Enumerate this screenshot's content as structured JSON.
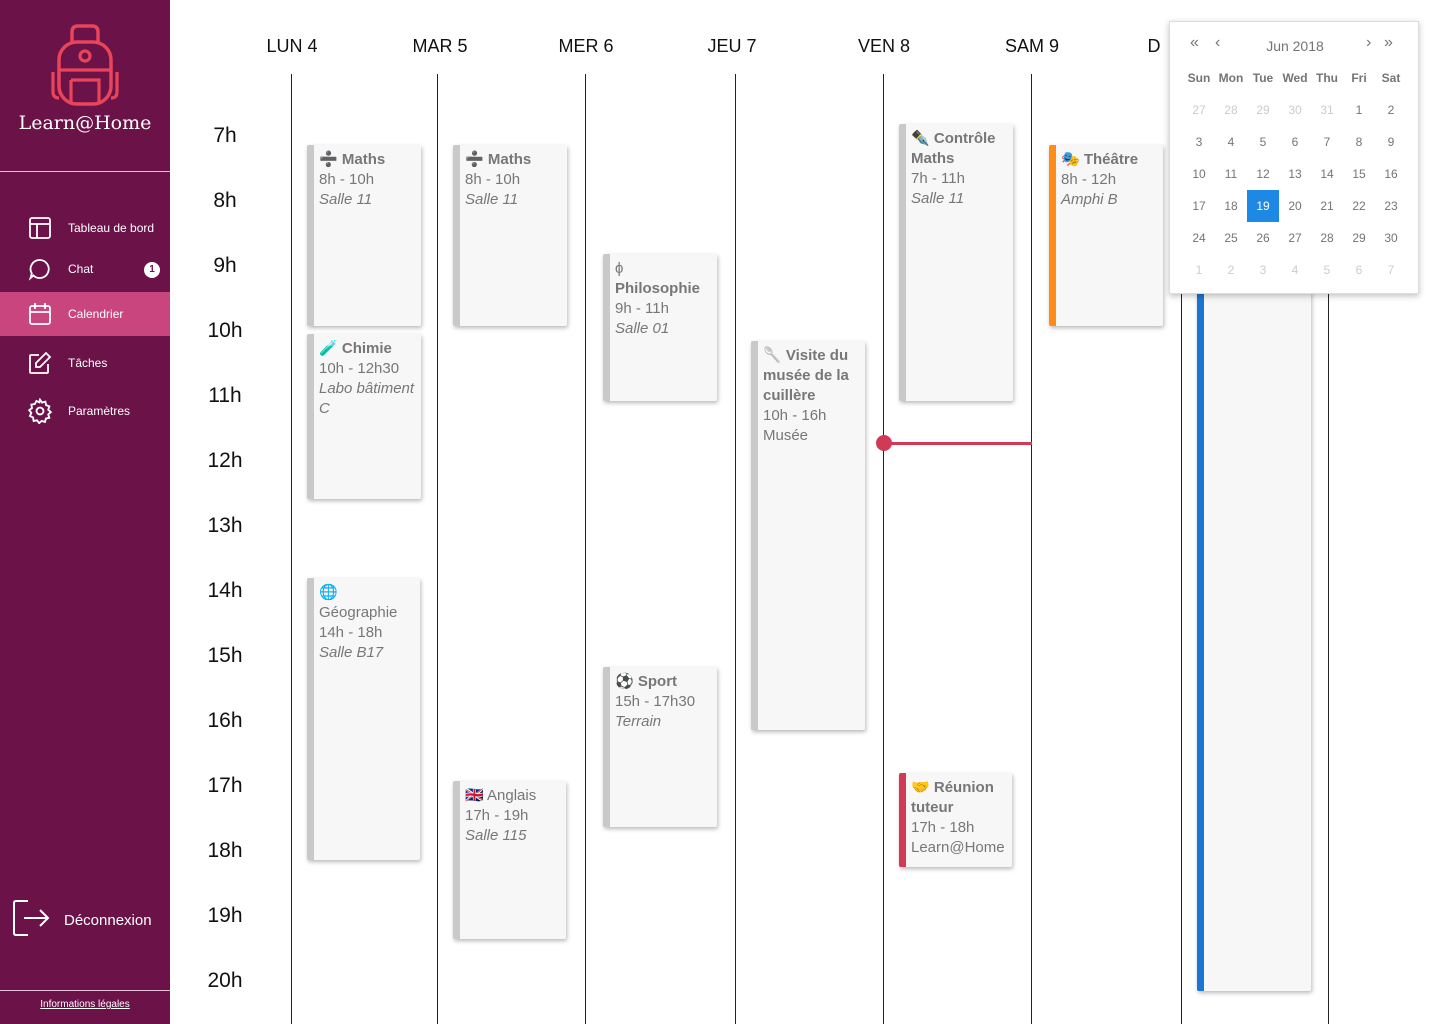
{
  "sidebar": {
    "brand": "Learn@Home",
    "items": [
      {
        "label": "Tableau de bord",
        "icon": "dashboard-icon"
      },
      {
        "label": "Chat",
        "icon": "chat-icon",
        "badge": "1"
      },
      {
        "label": "Calendrier",
        "icon": "calendar-icon",
        "active": true
      },
      {
        "label": "Tâches",
        "icon": "edit-icon"
      },
      {
        "label": "Paramètres",
        "icon": "gear-icon"
      }
    ],
    "logout": "Déconnexion",
    "legal": "Informations légales"
  },
  "calendar": {
    "days": [
      "LUN 4",
      "MAR 5",
      "MER 6",
      "JEU 7",
      "VEN 8",
      "SAM 9",
      "D"
    ],
    "hours": [
      "7h",
      "8h",
      "9h",
      "10h",
      "11h",
      "12h",
      "13h",
      "14h",
      "15h",
      "16h",
      "17h",
      "18h",
      "19h",
      "20h"
    ],
    "events": [
      {
        "icon": "➗",
        "title": "Maths",
        "time": "8h - 10h",
        "place": "Salle 11"
      },
      {
        "icon": "🧪",
        "title": "Chimie",
        "time": "10h - 12h30",
        "place": "Labo bâtiment C"
      },
      {
        "icon": "🌐",
        "title": "Géographie",
        "time": "14h - 18h",
        "place": "Salle B17"
      },
      {
        "icon": "➗",
        "title": "Maths",
        "time": "8h - 10h",
        "place": "Salle 11"
      },
      {
        "icon": "🇬🇧",
        "title": "Anglais",
        "time": "17h - 19h",
        "place": "Salle 115"
      },
      {
        "icon": "ϕ",
        "title": "Philosophie",
        "time": "9h - 11h",
        "place": "Salle 01"
      },
      {
        "icon": "⚽",
        "title": "Sport",
        "time": "15h - 17h30",
        "place": "Terrain"
      },
      {
        "icon": "🥄",
        "title": "Visite du musée de la cuillère",
        "time": "10h - 16h",
        "place": "Musée"
      },
      {
        "icon": "✒️",
        "title": "Contrôle Maths",
        "time": "7h - 11h",
        "place": "Salle 11"
      },
      {
        "icon": "🤝",
        "title": "Réunion tuteur",
        "time": "17h - 18h",
        "place": "Learn@Home"
      },
      {
        "icon": "🎭",
        "title": "Théâtre",
        "time": "8h - 12h",
        "place": "Amphi B"
      }
    ],
    "colors": {
      "accent_orange": "#ff8c1a",
      "accent_red": "#d13a55",
      "accent_blue": "#1976d2",
      "now_line": "#d13a55"
    }
  },
  "datepicker": {
    "month": "Jun 2018",
    "nav": {
      "prev_year": "«",
      "prev_month": "‹",
      "next_month": "›",
      "next_year": "»"
    },
    "weekdays": [
      "Sun",
      "Mon",
      "Tue",
      "Wed",
      "Thu",
      "Fri",
      "Sat"
    ],
    "weeks": [
      [
        "27",
        "28",
        "29",
        "30",
        "31",
        "1",
        "2"
      ],
      [
        "3",
        "4",
        "5",
        "6",
        "7",
        "8",
        "9"
      ],
      [
        "10",
        "11",
        "12",
        "13",
        "14",
        "15",
        "16"
      ],
      [
        "17",
        "18",
        "19",
        "20",
        "21",
        "22",
        "23"
      ],
      [
        "24",
        "25",
        "26",
        "27",
        "28",
        "29",
        "30"
      ],
      [
        "1",
        "2",
        "3",
        "4",
        "5",
        "6",
        "7"
      ]
    ],
    "selected": "19",
    "selected_color": "#1e88e5"
  },
  "theme": {
    "sidebar_bg": "#6b1249",
    "active_item_bg": "#c8457e",
    "logo_color": "#e8445a"
  }
}
